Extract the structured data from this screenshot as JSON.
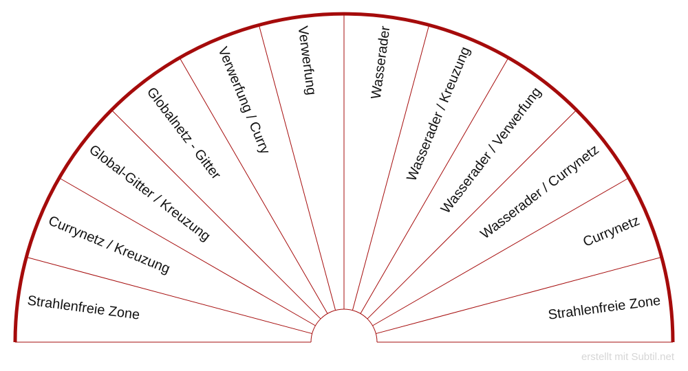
{
  "colors": {
    "arc": "#a50b0b",
    "divider": "#a50b0b",
    "text": "#111111",
    "credit": "#d6d6d6"
  },
  "sectors": [
    "Strahlenfreie Zone",
    "Currynetz / Kreuzung",
    "Global-Gitter / Kreuzung",
    "Globalnetz - Gitter",
    "Verwerfung / Curry",
    "Verwerfung",
    "Wasserader",
    "Wasserader / Kreuzung",
    "Wasserader / Verwerfung",
    "Wasserader / Currynetz",
    "Currynetz",
    "Strahlenfreie Zone"
  ],
  "credit": "erstellt mit Subtil.net"
}
